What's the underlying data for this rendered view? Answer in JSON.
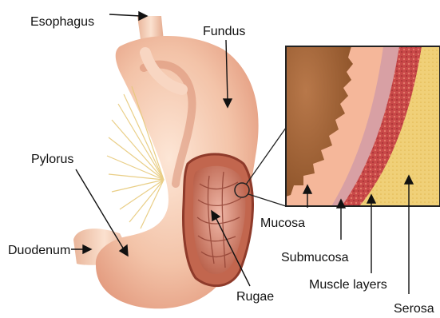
{
  "labels": {
    "esophagus": "Esophagus",
    "fundus": "Fundus",
    "pylorus": "Pylorus",
    "duodenum": "Duodenum",
    "rugae": "Rugae",
    "mucosa": "Mucosa",
    "submucosa": "Submucosa",
    "muscle_layers": "Muscle layers",
    "serosa": "Serosa"
  },
  "colors": {
    "stomach_outer": "#f2c0a6",
    "stomach_highlight": "#fbe3cf",
    "rugae_inner": "#c97860",
    "mucosa": "#a86a40",
    "submucosa_band": "#f5b79a",
    "submucosa_pink": "#d8a0a4",
    "muscle": "#c84848",
    "serosa": "#f0d078",
    "leader_line": "#111111"
  }
}
